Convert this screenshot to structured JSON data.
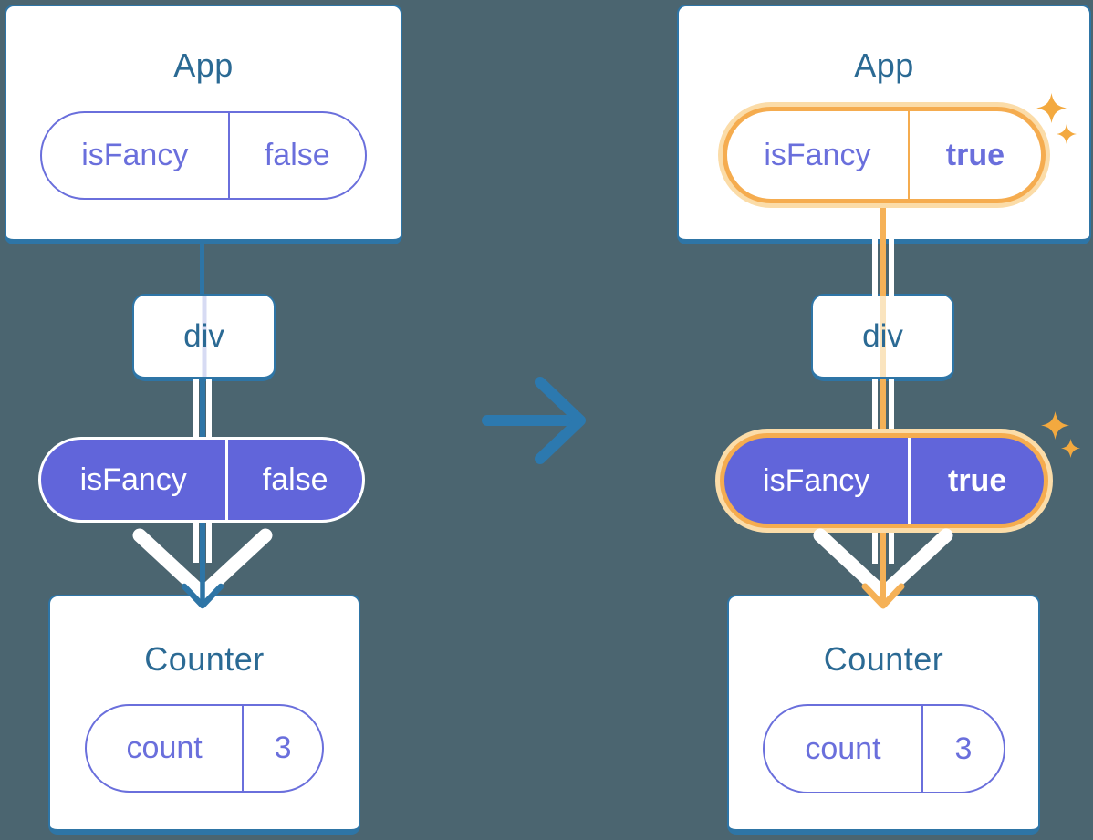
{
  "diagram_title": "prop passing through component tree (before and after state change)",
  "diagrams": {
    "before": {
      "app": {
        "title": "App",
        "prop_name": "isFancy",
        "prop_value": "false"
      },
      "div_label": "div",
      "passed_prop_name": "isFancy",
      "passed_prop_value": "false",
      "counter": {
        "title": "Counter",
        "state_name": "count",
        "state_value": "3"
      }
    },
    "after": {
      "app": {
        "title": "App",
        "prop_name": "isFancy",
        "prop_value": "true"
      },
      "div_label": "div",
      "passed_prop_name": "isFancy",
      "passed_prop_value": "true",
      "counter": {
        "title": "Counter",
        "state_name": "count",
        "state_value": "3"
      }
    }
  },
  "icons": {
    "transition_arrow": "right-arrow",
    "pass_down_chevron": "wide-down-chevron",
    "edge_arrowhead": "down-arrowhead",
    "sparkle": "four-point-star"
  },
  "colors": {
    "bg": "#4B6570",
    "card": "#ffffff",
    "edge": "#2E75A6",
    "title": "#2B6A94",
    "purple": "#6A6FDC",
    "purple-fill": "#6165DA",
    "lavender": "#D7DBF3",
    "orange": "#F5AC4F",
    "orange-glow": "#FBDCA8",
    "orange-line": "#F5B157",
    "orange-faded": "#FAE4BE",
    "sparkle": "#F3A93F",
    "arrow": "#2C79AF",
    "white": "#ffffff"
  }
}
